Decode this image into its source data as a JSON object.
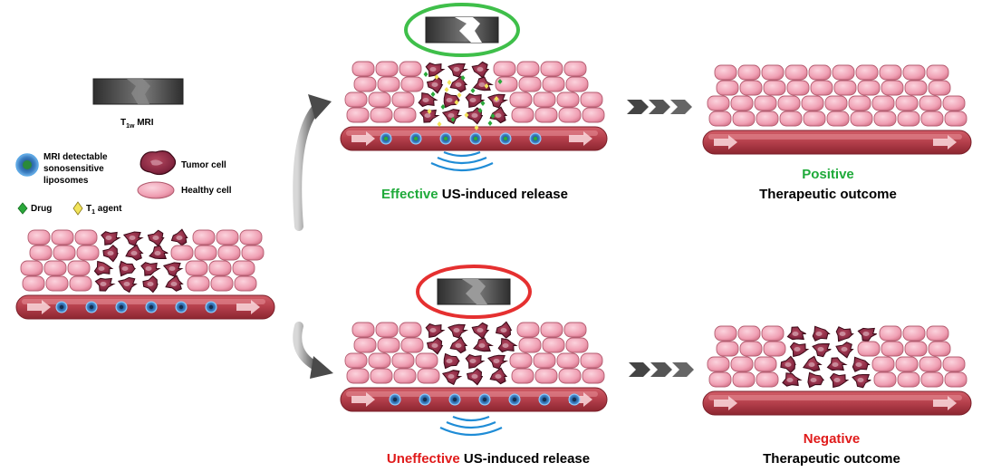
{
  "legend": {
    "mri_label_main": "T",
    "mri_label_sub": "1w",
    "mri_label_rest": " MRI",
    "liposome_label": "MRI detectable sonosensitive liposomes",
    "liposome_lines": [
      "MRI detectable",
      "sonosensitive",
      "liposomes"
    ],
    "tumor_label": "Tumor cell",
    "healthy_label": "Healthy cell",
    "drug_label": "Drug",
    "t1_agent_main": "T",
    "t1_agent_sub": "1",
    "t1_agent_rest": " agent"
  },
  "top_branch": {
    "release_keyword": "Effective",
    "release_rest": " US-induced release",
    "outcome_keyword": "Positive",
    "outcome_rest": "Therapeutic outcome",
    "ring_color": "#3fbf4a",
    "keyword_color": "#1faa3a"
  },
  "bottom_branch": {
    "release_keyword": "Uneffective",
    "release_rest": " US-induced release",
    "outcome_keyword": "Negative",
    "outcome_rest": "Therapeutic outcome",
    "ring_color": "#e53030",
    "keyword_color": "#e01b1b"
  },
  "colors": {
    "healthy_cell": "#f1a7b9",
    "tumor_cell": "#8c2a44",
    "vessel": "#c24a55",
    "arrow_gray": "#5a5a5a"
  }
}
